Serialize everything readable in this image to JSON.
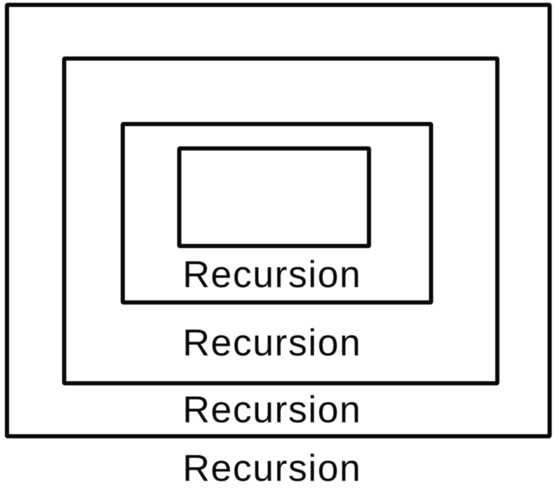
{
  "diagram": {
    "type": "nested-rectangles",
    "subject": "recursion-joke-diagram",
    "levels": [
      {
        "name": "outermost",
        "label": "Recursion"
      },
      {
        "name": "level-2",
        "label": "Recursion"
      },
      {
        "name": "level-3",
        "label": "Recursion"
      },
      {
        "name": "innermost",
        "label": "Recursion"
      }
    ],
    "colors": {
      "stroke": "#0a0a0a",
      "background": "#ffffff",
      "text": "#0a0a0a"
    }
  }
}
